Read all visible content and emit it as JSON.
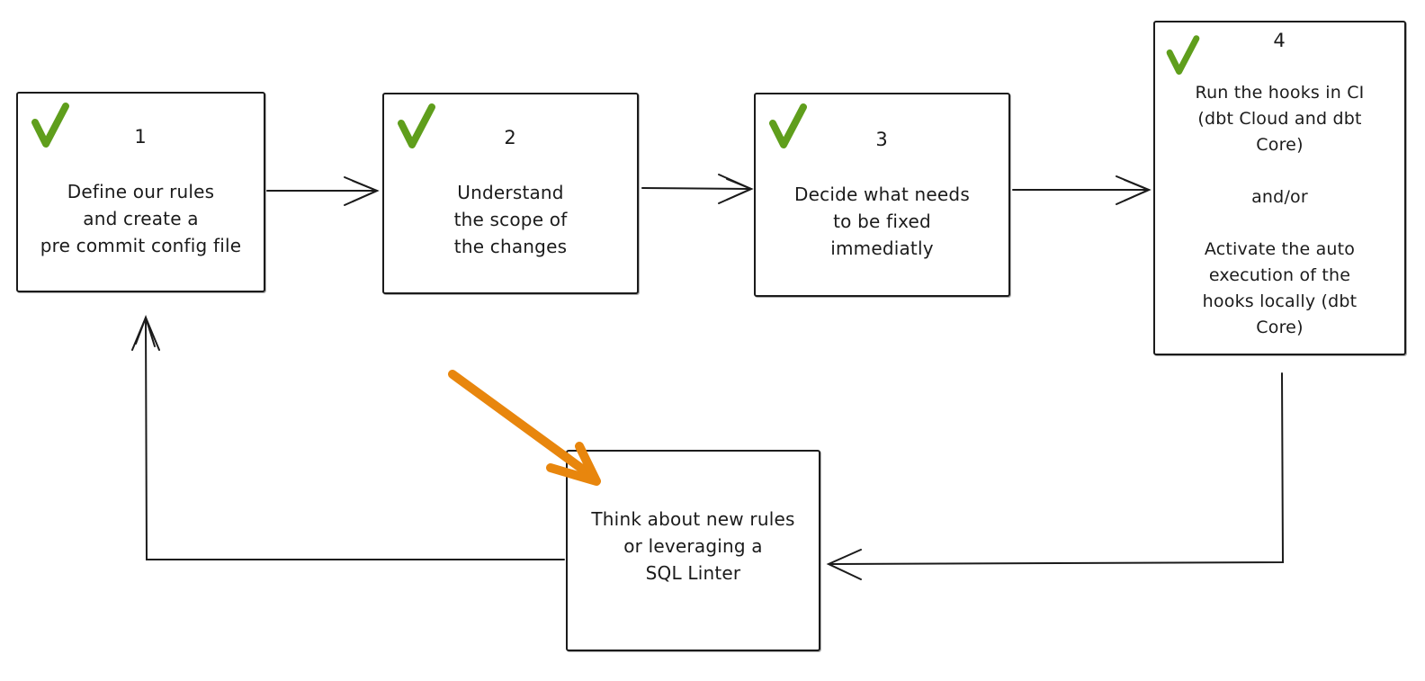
{
  "diagram": {
    "steps": [
      {
        "number": "1",
        "checked": true,
        "text": "Define our rules\nand create a\npre commit config file"
      },
      {
        "number": "2",
        "checked": true,
        "text": "Understand\nthe scope of\nthe changes"
      },
      {
        "number": "3",
        "checked": true,
        "text": "Decide what needs\nto be fixed\nimmediatly"
      },
      {
        "number": "4",
        "checked": true,
        "text": "Run the hooks in CI\n(dbt Cloud and dbt\nCore)\n\nand/or\n\nActivate the auto\nexecution of the\nhooks locally (dbt\nCore)"
      }
    ],
    "loop_step": {
      "text": "Think about new rules\nor leveraging a\nSQL Linter"
    },
    "colors": {
      "check_green": "#5f9e1c",
      "arrow_orange": "#e8860d",
      "sketch_stroke": "#1b1b1b",
      "background": "#ffffff"
    }
  }
}
